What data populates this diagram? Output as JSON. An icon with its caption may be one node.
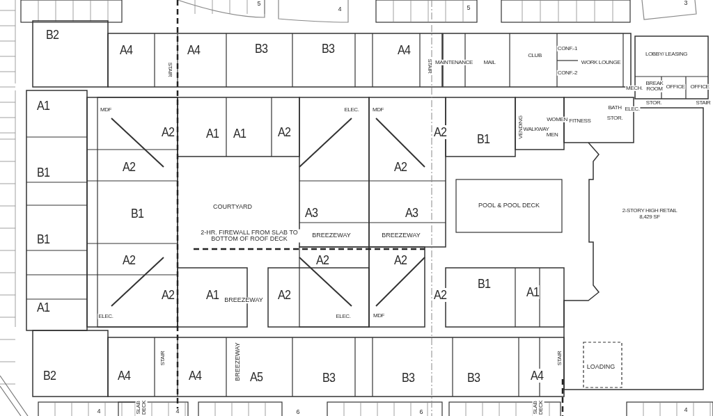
{
  "diagram": {
    "labels": [
      "5",
      "4",
      "5",
      "3",
      "B2",
      "A4",
      "A4",
      "B3",
      "B3",
      "A4",
      "STAIR",
      "STAIR",
      "MAINTENANCE",
      "MAIL",
      "CLUB",
      "CONF.-1",
      "CONF.-2",
      "WORK LOUNGE",
      "LOBBY/ LEASING",
      "MECH.",
      "BREAK ROOM",
      "OFFICE",
      "OFFICE",
      "STOR.",
      "STAIR",
      "BATH",
      "ELEC.",
      "STOR.",
      "A1",
      "MDF",
      "ELEC.",
      "MDF",
      "A2",
      "A1",
      "A1",
      "A2",
      "A2",
      "B1",
      "VENDING",
      "WALKWAY",
      "WOMEN",
      "MEN",
      "FITNESS",
      "A2",
      "A2",
      "B1",
      "B1",
      "COURTYARD",
      "A3",
      "A3",
      "POOL & POOL DECK",
      "2-STORY HIGH RETAIL",
      "8,429 SF",
      "2-HR. FIREWALL FROM SLAB TO BOTTOM OF ROOF DECK",
      "BREEZEWAY",
      "BREEZEWAY",
      "B1",
      "A2",
      "A2",
      "A2",
      "A1",
      "A2",
      "A1",
      "BREEZEWAY",
      "A2",
      "A2",
      "B1",
      "A1",
      "ELEC.",
      "ELEC.",
      "MDF",
      "B2",
      "A4",
      "STAIR",
      "A4",
      "BREEZEWAY",
      "A5",
      "B3",
      "B3",
      "B3",
      "A4",
      "STAIR",
      "LOADING",
      "SLAB DECK",
      "4",
      "4",
      "6",
      "6",
      "SLAB DECK",
      "4"
    ]
  }
}
